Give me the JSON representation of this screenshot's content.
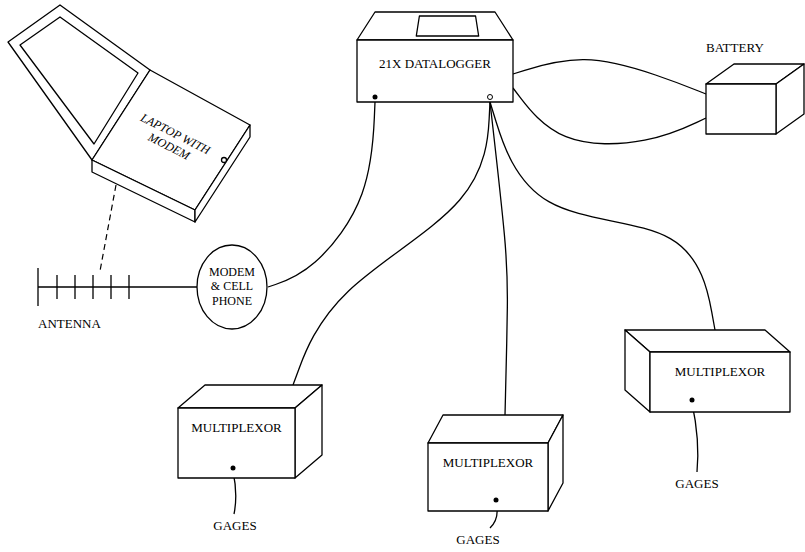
{
  "diagram": {
    "nodes": [
      {
        "text": [
          "LAPTOP WITH MODEM"
        ]
      },
      {
        "text": [
          "21X DATALOGGER"
        ]
      },
      {
        "text": [
          "BATTERY"
        ]
      },
      {
        "text": [
          "MODEM & CELL PHONE"
        ]
      },
      {
        "text": [
          "MULTIPLEXOR"
        ]
      },
      {
        "text": [
          "MULTIPLEXOR"
        ]
      },
      {
        "text": [
          "MULTIPLEXOR"
        ]
      }
    ],
    "edges": [
      {
        "from": 1,
        "to": 3,
        "arrow": "none"
      },
      {
        "from": 1,
        "to": 2,
        "arrow": "none"
      },
      {
        "from": 1,
        "to": 2,
        "arrow": "none"
      },
      {
        "from": 1,
        "to": 4,
        "arrow": "none"
      },
      {
        "from": 1,
        "to": 5,
        "arrow": "none"
      },
      {
        "from": 1,
        "to": 6,
        "arrow": "none"
      }
    ],
    "labels": [
      "ANTENNA",
      "GAGES",
      "GAGES",
      "GAGES"
    ]
  }
}
